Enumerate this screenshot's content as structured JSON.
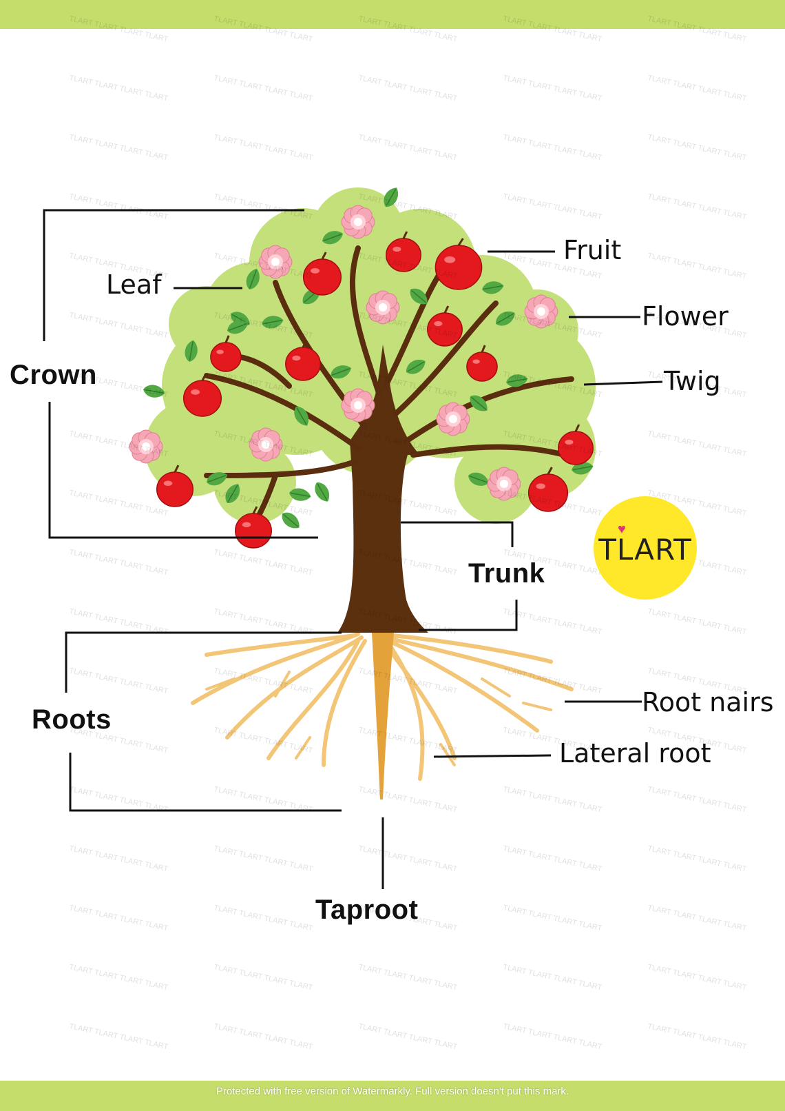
{
  "labels": {
    "crown": "Crown",
    "leaf": "Leaf",
    "fruit": "Fruit",
    "flower": "Flower",
    "twig": "Twig",
    "trunk": "Trunk",
    "roots": "Roots",
    "root_hairs": "Root nairs",
    "lateral_root": "Lateral root",
    "taproot": "Taproot"
  },
  "logo": {
    "text": "TLART",
    "icon": "heart-icon"
  },
  "watermark": {
    "text": "TLART TLART TLART TLART"
  },
  "footer": {
    "notice": "Protected with free version of Watermarkly. Full version doesn't put this mark."
  },
  "colors": {
    "band": "#c5dd6b",
    "canopy": "#c4e07a",
    "branch": "#5a2d0e",
    "trunk": "#5b300f",
    "root": "#f2c577",
    "taproot": "#e4a23a",
    "leaf": "#52a843",
    "leaf_dark": "#2f7d2c",
    "apple": "#e3191e",
    "flower": "#f6a7b6",
    "logo_bg": "#ffe82a",
    "logo_heart": "#e2337a",
    "line": "#111111"
  }
}
